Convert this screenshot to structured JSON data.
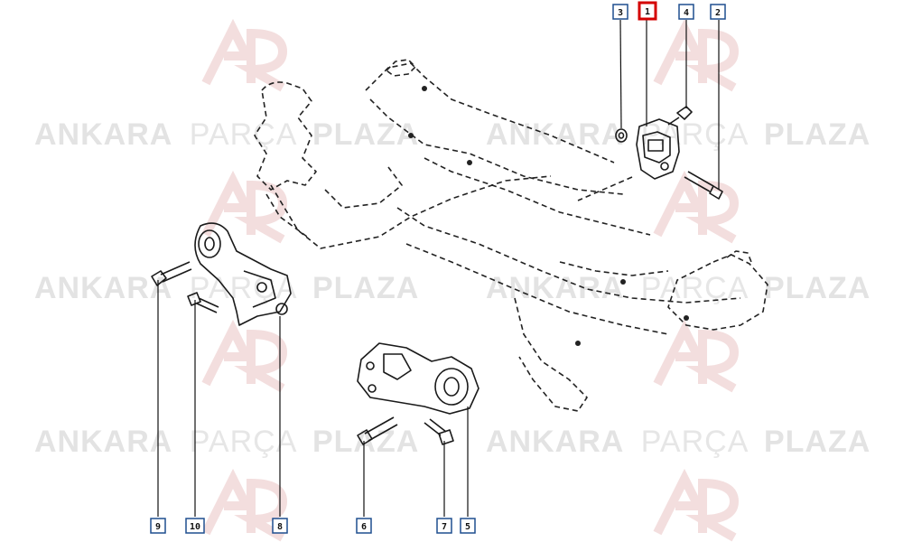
{
  "watermark": {
    "brand_a": "ANKARA",
    "brand_b": "PARÇA",
    "brand_c": "PLAZA",
    "logo_color": "#e8c8c8",
    "text_color": "#dcdcdc"
  },
  "callouts": [
    {
      "id": "c1",
      "label": "1",
      "highlighted": true
    },
    {
      "id": "c2",
      "label": "2",
      "highlighted": false
    },
    {
      "id": "c3",
      "label": "3",
      "highlighted": false
    },
    {
      "id": "c4",
      "label": "4",
      "highlighted": false
    },
    {
      "id": "c5",
      "label": "5",
      "highlighted": false
    },
    {
      "id": "c6",
      "label": "6",
      "highlighted": false
    },
    {
      "id": "c7",
      "label": "7",
      "highlighted": false
    },
    {
      "id": "c8",
      "label": "8",
      "highlighted": false
    },
    {
      "id": "c9",
      "label": "9",
      "highlighted": false
    },
    {
      "id": "c10",
      "label": "10",
      "highlighted": false
    }
  ],
  "colors": {
    "highlight": "#d40000",
    "callout_border": "#1f4f8f",
    "line": "#1a1a1a"
  }
}
